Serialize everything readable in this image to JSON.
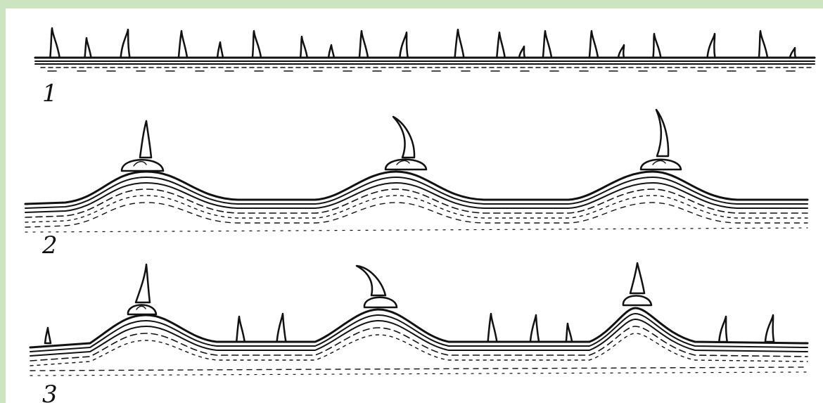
{
  "labels": [
    "1",
    "2",
    "3"
  ],
  "colors": {
    "frame": "#cde4c0",
    "paper": "#ffffff",
    "ink": "#111111"
  }
}
